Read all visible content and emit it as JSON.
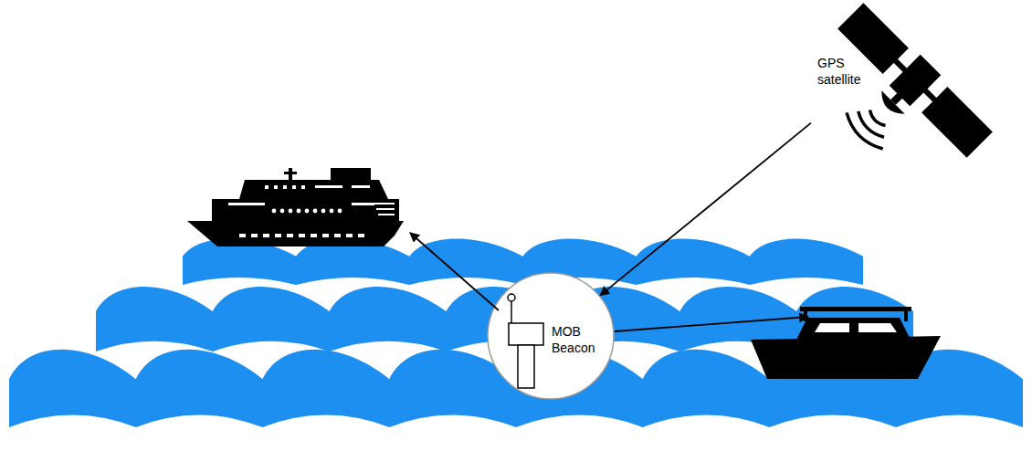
{
  "diagram": {
    "nodes": [
      {
        "text": [
          "GPS satellite"
        ]
      },
      {
        "text": [
          "MOB Beacon"
        ]
      }
    ],
    "edges": [
      {
        "from": 0,
        "to": 1,
        "arrow": "to"
      }
    ]
  }
}
